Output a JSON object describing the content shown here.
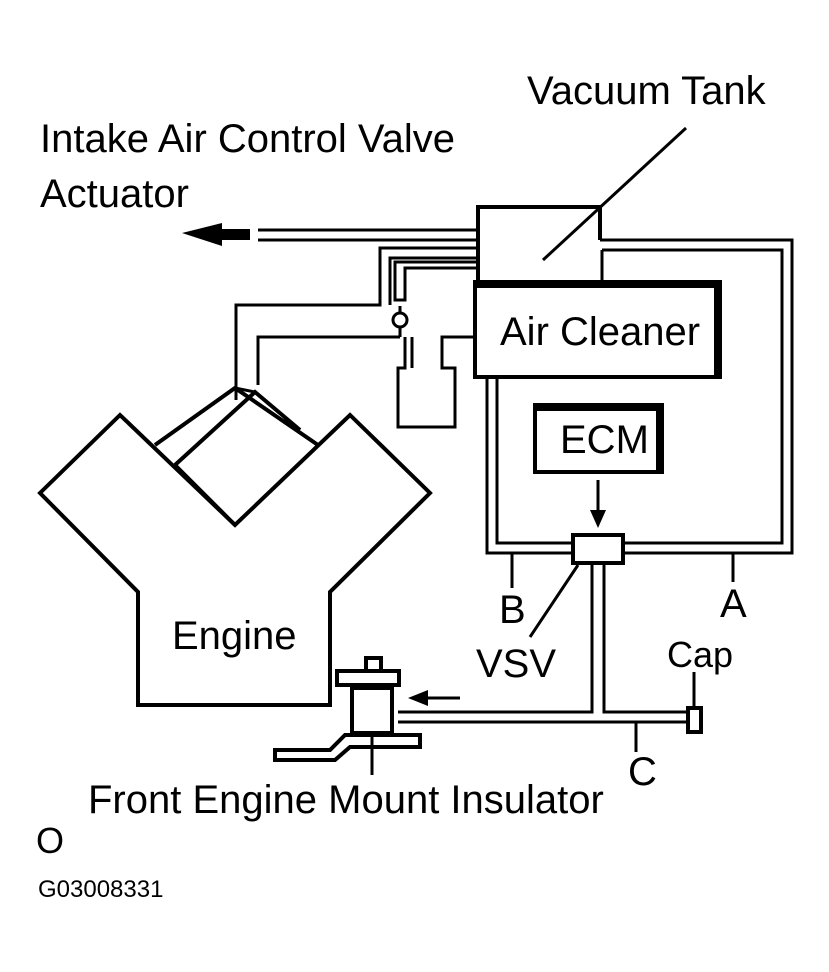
{
  "labels": {
    "vacuum_tank": "Vacuum Tank",
    "actuator_line1": "Intake Air Control Valve",
    "actuator_line2": "Actuator",
    "air_cleaner": "Air Cleaner",
    "ecm": "ECM",
    "engine": "Engine",
    "port_b": "B",
    "port_a": "A",
    "port_c": "C",
    "vsv": "VSV",
    "cap": "Cap",
    "mount": "Front Engine Mount Insulator",
    "corner_mark": "O",
    "figure_code": "G03008331"
  }
}
